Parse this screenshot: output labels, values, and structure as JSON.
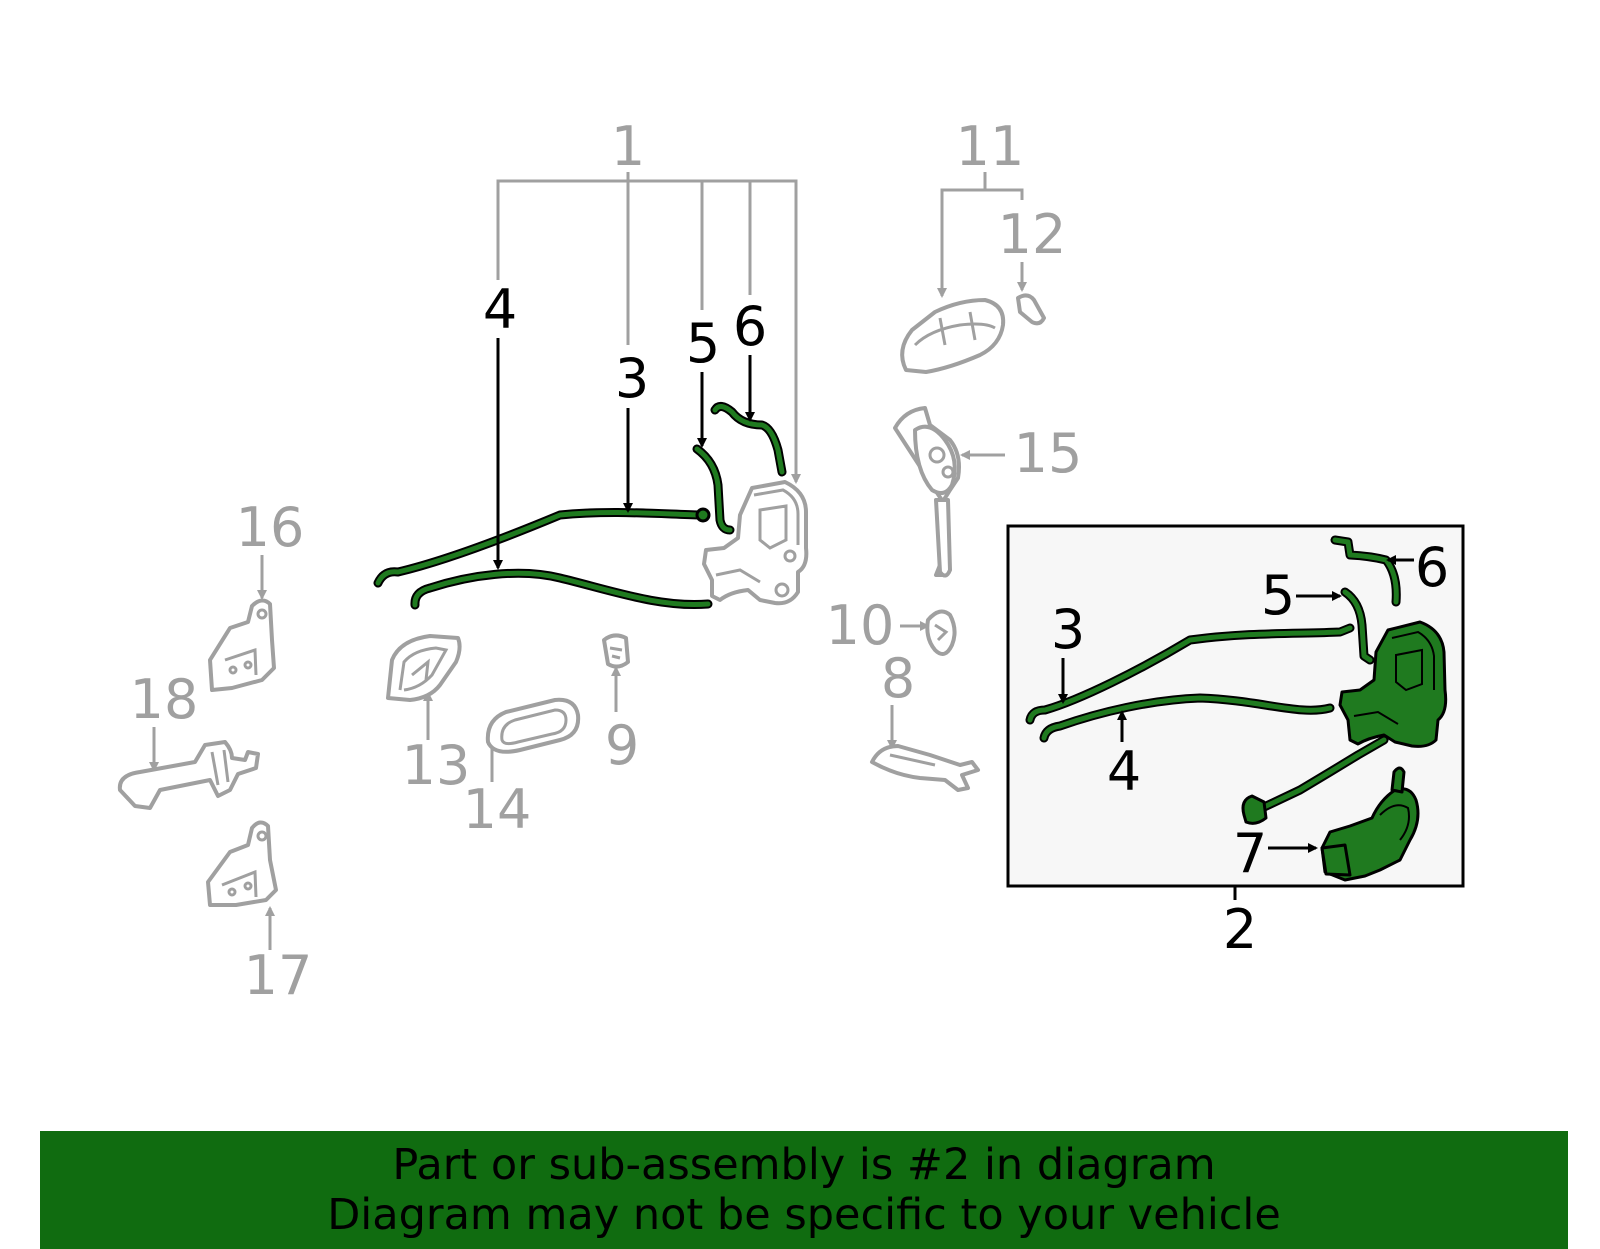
{
  "colors": {
    "highlight": "#1f7a1f",
    "banner": "#106c10",
    "context_parts": "#a0a0a0",
    "inset_background": "#f7f7f7"
  },
  "callouts": {
    "c1": "1",
    "c2": "2",
    "c3": "3",
    "c4": "4",
    "c5": "5",
    "c6": "6",
    "c7": "7",
    "c8": "8",
    "c9": "9",
    "c10": "10",
    "c11": "11",
    "c12": "12",
    "c13": "13",
    "c14": "14",
    "c15": "15",
    "c16": "16",
    "c17": "17",
    "c18": "18"
  },
  "inset_callouts": {
    "c3": "3",
    "c4": "4",
    "c5": "5",
    "c6": "6",
    "c7": "7"
  },
  "banner": {
    "line1": "Part or sub-assembly is #2 in diagram",
    "line2": "Diagram may not be specific to your vehicle"
  }
}
